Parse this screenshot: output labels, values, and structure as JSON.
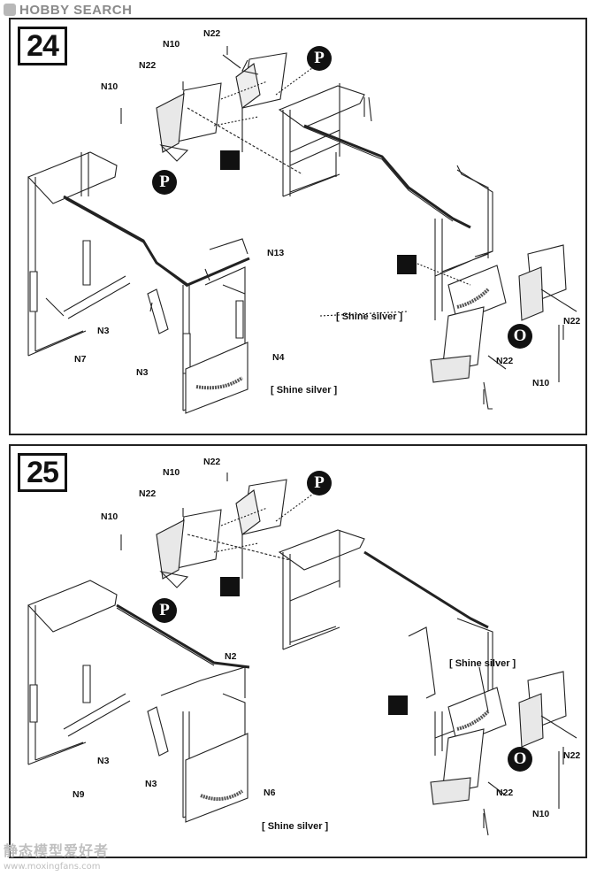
{
  "header": {
    "brand": "HOBBY SEARCH"
  },
  "footer": {
    "watermark_cn": "静态模型爱好者",
    "watermark_url": "www.moxingfans.com"
  },
  "steps": [
    {
      "number": "24",
      "badges": [
        "P",
        "P",
        "O"
      ],
      "parts": {
        "n22_top": "N22",
        "n10_top": "N10",
        "n22_left": "N22",
        "n10_left": "N10",
        "n13": "N13",
        "n3_a": "N3",
        "n7": "N7",
        "n3_b": "N3",
        "n4": "N4",
        "n22_right": "N22",
        "n22_mid": "N22",
        "n10_right": "N10"
      },
      "notes": [
        "[ Shine silver ]",
        "[ Shine silver ]"
      ]
    },
    {
      "number": "25",
      "badges": [
        "P",
        "P",
        "O"
      ],
      "parts": {
        "n22_top": "N22",
        "n10_top": "N10",
        "n22_left": "N22",
        "n10_left": "N10",
        "n2": "N2",
        "n3_a": "N3",
        "n9": "N9",
        "n3_b": "N3",
        "n6": "N6",
        "n22_right": "N22",
        "n22_mid": "N22",
        "n10_right": "N10"
      },
      "notes": [
        "[ Shine silver ]",
        "[ Shine silver ]"
      ]
    }
  ]
}
